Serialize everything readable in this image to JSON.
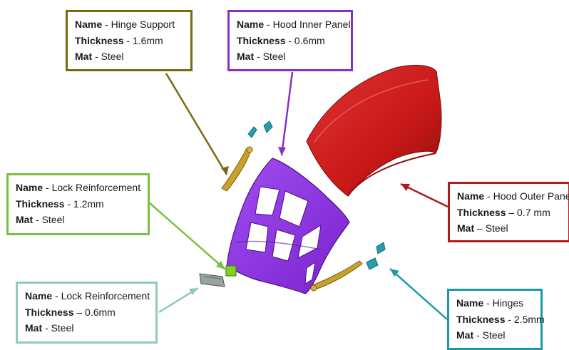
{
  "labels": {
    "name": "Name",
    "thickness": "Thickness",
    "mat": "Mat"
  },
  "callouts": {
    "hinge_support": {
      "name": "- Hinge Support",
      "thickness": "- 1.6mm",
      "mat": "- Steel",
      "color": "#7a6a10"
    },
    "hood_inner": {
      "name": "- Hood Inner Panel",
      "thickness": "- 0.6mm",
      "mat": "- Steel",
      "color": "#8b2fc9"
    },
    "lock_reinf_1": {
      "name": "- Lock Reinforcement",
      "thickness": "- 1.2mm",
      "mat": "- Steel",
      "color": "#7ac142"
    },
    "hood_outer": {
      "name": "- Hood Outer Panel",
      "thickness": "– 0.7 mm",
      "mat": "– Steel",
      "color": "#b01c1c"
    },
    "lock_reinf_2": {
      "name": "- Lock Reinforcement",
      "thickness": "– 0.6mm",
      "mat": "- Steel",
      "color": "#8fcdb3"
    },
    "hinges": {
      "name": "- Hinges",
      "thickness": "- 2.5mm",
      "mat": "- Steel",
      "color": "#1a9aa8"
    }
  },
  "parts": {
    "hood_outer_color": "#d41e1e",
    "hood_inner_color": "#8a2be2",
    "hinge_support_color": "#c9a22a",
    "lock_reinf_color": "#7ed321",
    "hinge_color": "#2a9dab"
  }
}
